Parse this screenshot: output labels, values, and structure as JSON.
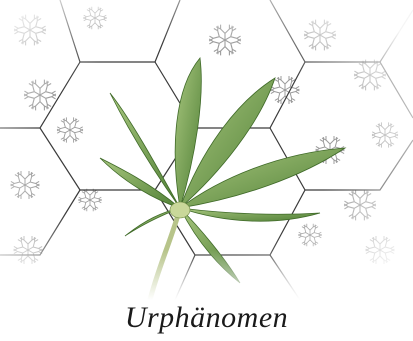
{
  "caption": "Urphänomen",
  "colors": {
    "background": "#ffffff",
    "hex_lines": "#3a3a3a",
    "fractal_lines": "#8a8a8a",
    "leaf_dark": "#4f7f35",
    "leaf_light": "#a9c77f",
    "stem": "#b7c48a"
  },
  "illustration": {
    "subject": "cannabis-leaf",
    "background_pattern": "hexagonal-grid-with-branching-fractals"
  }
}
